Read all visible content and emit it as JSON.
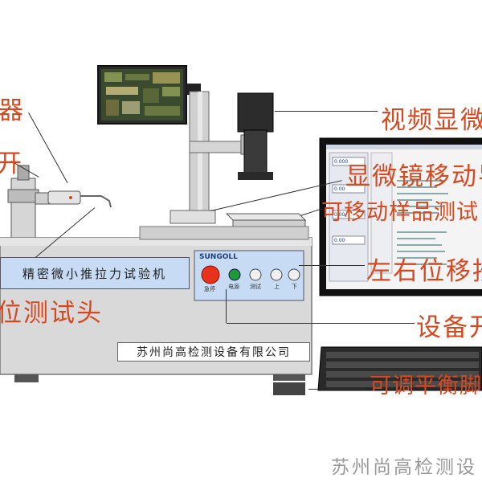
{
  "machine": {
    "name_plate": "精密微小推拉力试验机",
    "company_plate": "苏州尚高检测设备有限公司",
    "brand": "SUNGOLL",
    "panel_buttons": [
      "急停",
      "电源",
      "测试",
      "上",
      "下"
    ]
  },
  "callouts": {
    "sensor": "器",
    "open": "开",
    "video_microscope": "视频显微",
    "microscope_rail": "显微镜移动导",
    "movable_stage": "可移动样品测试",
    "lr_button": "左右位移按",
    "test_head": "位测试头",
    "power_switch": "设备开",
    "leveling_foot": "可调平衡脚"
  },
  "watermark": "苏州尚高检测设",
  "software": {
    "readouts": [
      "0.000",
      "0.00",
      "0.00",
      "0.00"
    ]
  },
  "colors": {
    "callout": "#d8481f",
    "plate_blue": "#c7dbf4",
    "body_grey": "#d9d9d9",
    "estop": "#e8321b",
    "power_green": "#1e9a3a"
  }
}
